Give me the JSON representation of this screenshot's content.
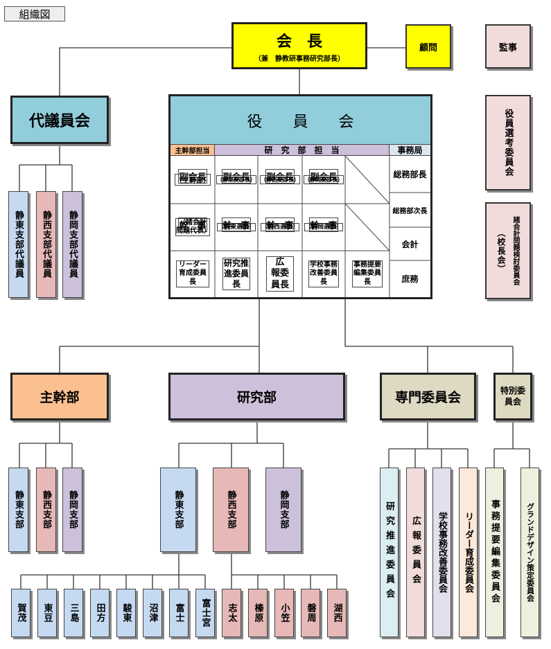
{
  "title": "組織図",
  "kaicho": {
    "label": "会　長",
    "sub": "（兼　静教研事務研究部長）"
  },
  "komon": "顧問",
  "kanji": "監事",
  "yakuin_senko": "役員選考委員会",
  "shokaikei": {
    "sub": "（校長会）",
    "main": "諸会計問題検討委員会"
  },
  "daigiin": {
    "label": "代議員会",
    "members": [
      {
        "label": "静東支部代議員",
        "color": "#c5d9f1"
      },
      {
        "label": "静西支部代議員",
        "color": "#e6b8b7"
      },
      {
        "label": "静岡支部代議員",
        "color": "#ccc0da"
      }
    ]
  },
  "yakuinkai": {
    "label": "役　　員　　会",
    "headers": {
      "shukanbu": "主幹部担当",
      "kenkyubu": "研　究　部　担　当",
      "jimukyoku": "事務局"
    },
    "row1": [
      {
        "main": "副会長",
        "sub": "（主幹部）"
      },
      {
        "main": "副会長",
        "sub": "（静東支部長）"
      },
      {
        "main": "副会長",
        "sub": "（静西支部長）"
      },
      {
        "main": "副会長",
        "sub": "（静岡支部長）"
      }
    ],
    "row2": [
      {
        "main": "幹　事",
        "sub": "（諸会計問題代表）"
      },
      {
        "main": "幹　事",
        "sub": "（静東選出）"
      },
      {
        "main": "幹　事",
        "sub": "（静西選出）"
      },
      {
        "main": "幹　事",
        "sub": "（静岡選出）"
      }
    ],
    "row3": [
      "リーダー育成委員長",
      "研究推進委員長",
      "広　報委員長",
      "学校事務改善委員長",
      "事務提要編集委員長"
    ],
    "jimu": [
      "総務部長",
      "総務部次長",
      "会計",
      "庶務"
    ]
  },
  "shukanbu": {
    "label": "主幹部",
    "branches": [
      {
        "label": "静東支部",
        "color": "#c5d9f1"
      },
      {
        "label": "静西支部",
        "color": "#e6b8b7"
      },
      {
        "label": "静岡支部",
        "color": "#ccc0da"
      }
    ]
  },
  "kenkyubu": {
    "label": "研究部",
    "branches": [
      {
        "label": "静東支部",
        "color": "#c5d9f1"
      },
      {
        "label": "静西支部",
        "color": "#e6b8b7"
      },
      {
        "label": "静岡支部",
        "color": "#ccc0da"
      }
    ],
    "seito_units": [
      "賀茂",
      "東豆",
      "三島",
      "田方",
      "駿東",
      "沼津",
      "富士",
      "富士宮"
    ],
    "seisei_units": [
      "志太",
      "榛原",
      "小笠",
      "磐周",
      "湖西"
    ]
  },
  "senmon": {
    "label": "専門委員会",
    "committees": [
      {
        "label": "研究推進委員会",
        "color": "#daeef3"
      },
      {
        "label": "広報委員会",
        "color": "#f2dcdb"
      },
      {
        "label": "学校事務改善委員会",
        "color": "#e4dfec"
      },
      {
        "label": "リーダー育成委員会",
        "color": "#fde9d9"
      }
    ]
  },
  "tokubetsu": {
    "label": "特別委員会",
    "committees": [
      {
        "label": "事務提要編集委員会",
        "color": "#ebf1de"
      },
      {
        "label": "グランドデザイン策定委員会",
        "color": "#ebf1de"
      }
    ]
  }
}
